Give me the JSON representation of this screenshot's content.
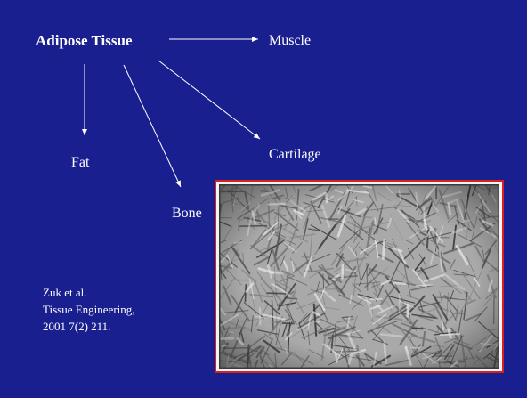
{
  "diagram": {
    "source": "Adipose Tissue",
    "targets": {
      "muscle": "Muscle",
      "fat": "Fat",
      "cartilage": "Cartilage",
      "bone": "Bone"
    }
  },
  "citation": {
    "line1": "Zuk et al.",
    "line2": "Tissue Engineering,",
    "line3": "2001 7(2) 211."
  },
  "colors": {
    "background": "#1a1f8f",
    "text": "#ffffff",
    "frame_border": "#d6221e"
  },
  "icons": {
    "micrograph": "cell-micrograph-image"
  }
}
